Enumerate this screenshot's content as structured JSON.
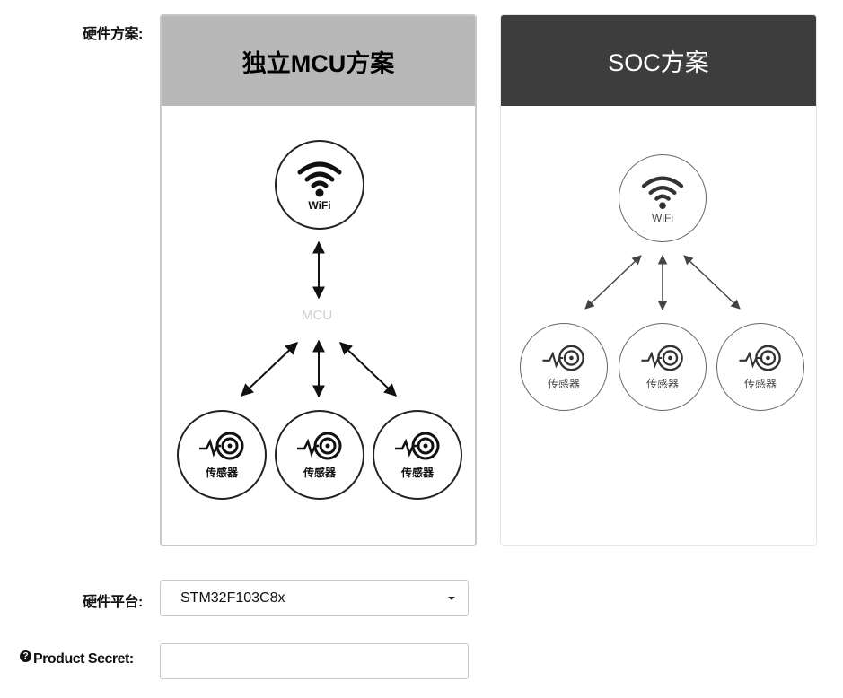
{
  "form": {
    "hardware_scheme_label": "硬件方案:",
    "hardware_platform_label": "硬件平台:",
    "product_secret_label": "Product Secret:",
    "hardware_platform_value": "STM32F103C8x",
    "product_secret_value": ""
  },
  "schemes": {
    "mcu": {
      "title": "独立MCU方案",
      "selected": true,
      "wifi_label": "WiFi",
      "mcu_label": "MCU",
      "sensor_label": "传感器"
    },
    "soc": {
      "title": "SOC方案",
      "selected": false,
      "wifi_label": "WiFi",
      "sensor_label": "传感器"
    }
  },
  "icons": {
    "help": "question-circle-icon",
    "wifi": "wifi-icon",
    "sensor": "sensor-signal-icon",
    "dropdown": "chevron-down-icon"
  },
  "colors": {
    "selected_header": "#b8b8b8",
    "soc_header": "#3d3d3d",
    "border": "#c8c8c8"
  }
}
